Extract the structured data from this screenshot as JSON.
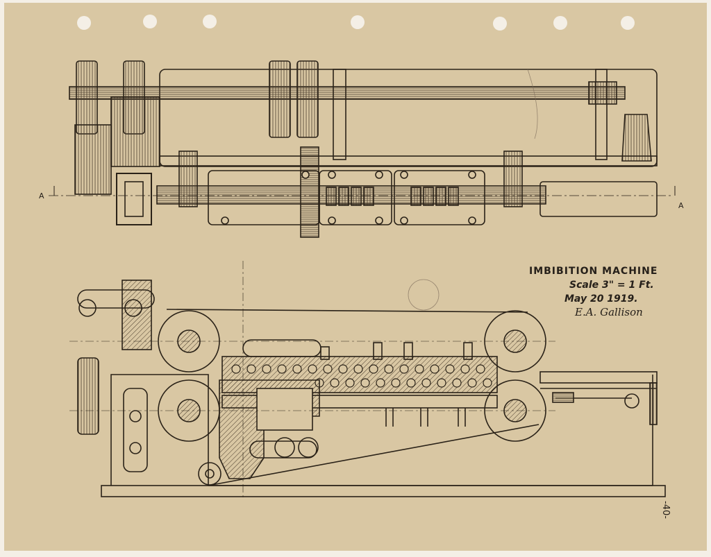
{
  "drawing": {
    "title": "IMBIBITION MACHINE",
    "scale": "Scale 3\" = 1 Ft.",
    "date": "May 20 1919.",
    "signature": "E.A. Gallison",
    "section_mark_left": "A",
    "section_mark_right": "A",
    "page_number": "-40-"
  },
  "colors": {
    "paper": "#d9c7a3",
    "ink": "#2a2218",
    "hatch": "#5a4a38"
  }
}
